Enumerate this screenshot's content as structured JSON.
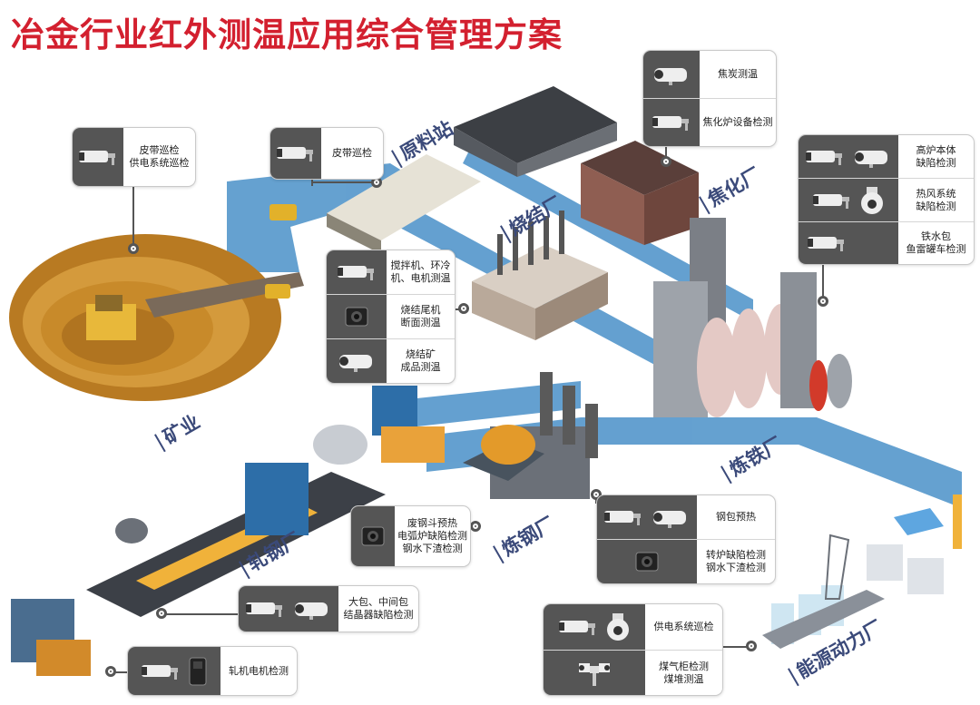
{
  "title": "冶金行业红外测温应用综合管理方案",
  "areas": {
    "raw_material": "原料站",
    "sintering": "烧结厂",
    "coking": "焦化厂",
    "ironmaking": "炼铁厂",
    "steelmaking": "炼钢厂",
    "rolling": "轧钢厂",
    "mining": "矿业",
    "energy": "能源动力厂"
  },
  "cards": {
    "mining_belt": {
      "line1": "皮带巡检",
      "line2": "供电系统巡检"
    },
    "raw_belt": {
      "line1": "皮带巡检"
    },
    "sinter": [
      {
        "line1": "搅拌机、环冷",
        "line2": "机、电机测温"
      },
      {
        "line1": "烧结尾机",
        "line2": "断面测温"
      },
      {
        "line1": "烧结矿",
        "line2": "成品测温"
      }
    ],
    "coke": [
      {
        "line1": "焦炭测温"
      },
      {
        "line1": "焦化炉设备检测"
      }
    ],
    "iron": [
      {
        "line1": "高炉本体",
        "line2": "缺陷检测"
      },
      {
        "line1": "热风系统",
        "line2": "缺陷检测"
      },
      {
        "line1": "铁水包",
        "line2": "鱼雷罐车检测"
      }
    ],
    "steel_left": {
      "line1": "废钢斗预热",
      "line2": "电弧炉缺陷检测",
      "line3": "钢水下渣检测"
    },
    "steel_right": [
      {
        "line1": "钢包预热"
      },
      {
        "line1": "转炉缺陷检测",
        "line2": "钢水下渣检测"
      }
    ],
    "ladle": {
      "line1": "大包、中间包",
      "line2": "结晶器缺陷检测"
    },
    "motor": {
      "line1": "轧机电机检测"
    },
    "energy": [
      {
        "line1": "供电系统巡检"
      },
      {
        "line1": "煤气柜检测",
        "line2": "煤堆测温"
      }
    ]
  },
  "colors": {
    "title": "#d3202f",
    "conveyor": "#4a90c8",
    "pit": "#c88a2a",
    "label": "#3b4a7a"
  }
}
